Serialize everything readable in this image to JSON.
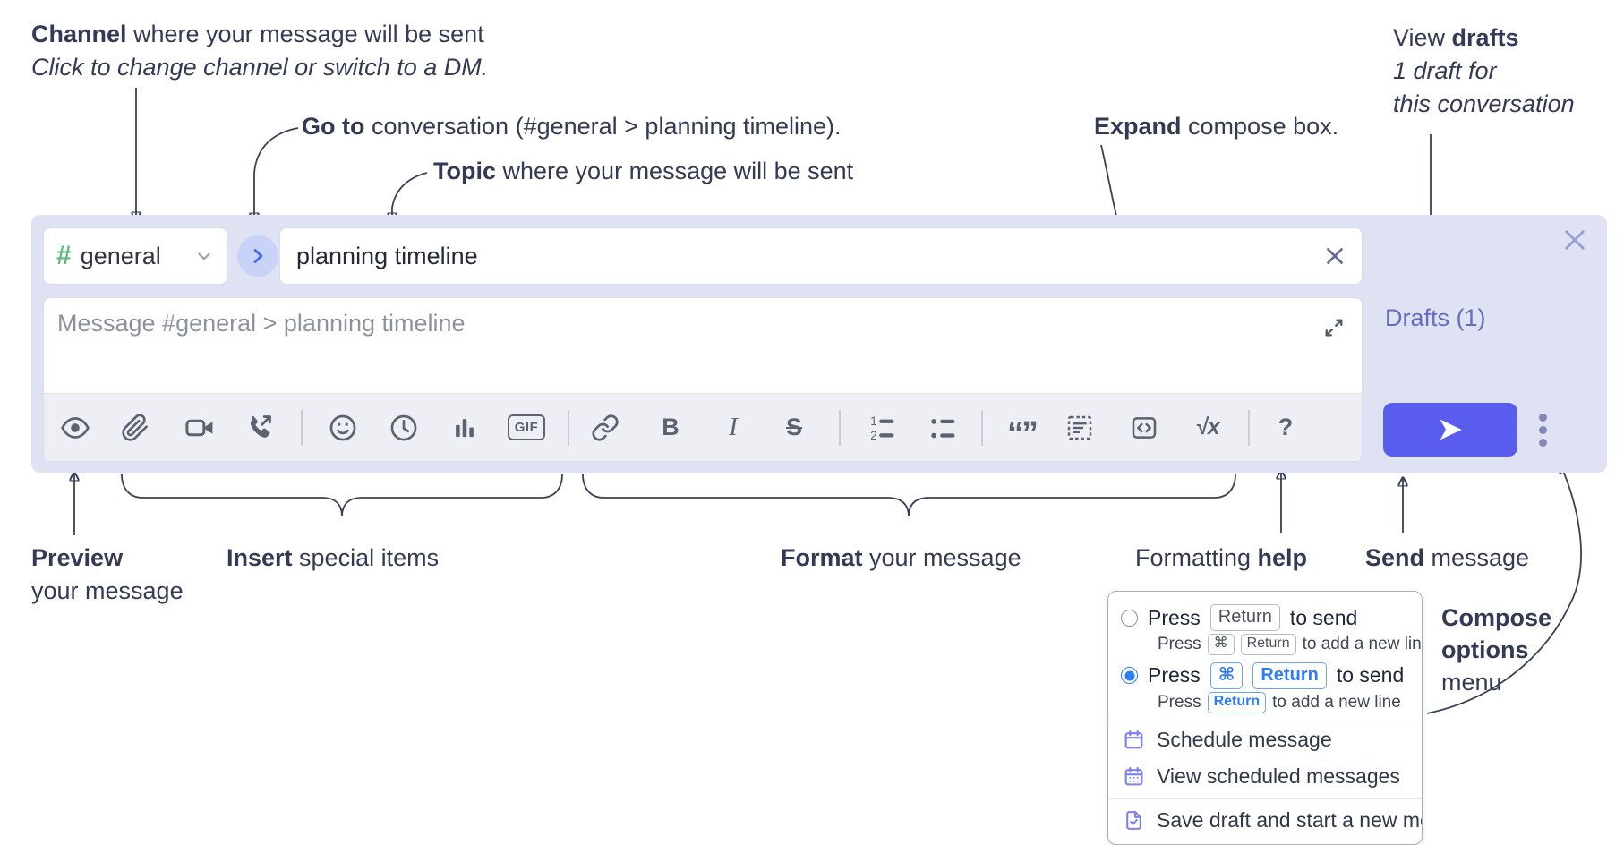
{
  "annotations": {
    "channel": {
      "bold": "Channel",
      "rest": " where your message will be sent",
      "line2": "Click to change channel or switch to a DM."
    },
    "goto": {
      "bold": "Go to",
      "rest": " conversation (#general > planning timeline)."
    },
    "topic": {
      "bold": "Topic",
      "rest": " where your message will be sent"
    },
    "expand": {
      "bold": "Expand",
      "rest": " compose box."
    },
    "view_drafts": {
      "pre": "View ",
      "bold": "drafts",
      "line2": "1 draft for",
      "line3": "this conversation"
    },
    "preview": {
      "bold": "Preview",
      "line2": "your message"
    },
    "insert": {
      "bold": "Insert",
      "rest": " special items"
    },
    "format": {
      "bold": "Format",
      "rest": " your message"
    },
    "formatting_help": {
      "pre": "Formatting ",
      "bold": "help"
    },
    "send": {
      "bold": "Send",
      "rest": " message"
    },
    "compose_options": {
      "bold_line1": "Compose",
      "bold_line2": "options",
      "line3": "menu"
    }
  },
  "composer": {
    "channel": {
      "hash": "#",
      "name": "general"
    },
    "topic_value": "planning timeline",
    "message_placeholder": "Message #general > planning timeline",
    "drafts_link": "Drafts (1)",
    "toolbar_labels": {
      "gif": "GIF",
      "bold": "B",
      "italic": "I",
      "strikethrough": "S",
      "quote": "“”",
      "formula": "√x",
      "help": "?"
    }
  },
  "popup": {
    "option1": {
      "pre": "Press",
      "key": "Return",
      "post": "to send",
      "sub": {
        "pre": "Press",
        "key1": "⌘",
        "key2": "Return",
        "post": "to add a new line"
      },
      "selected": false
    },
    "option2": {
      "pre": "Press",
      "key1": "⌘",
      "key2": "Return",
      "post": "to send",
      "sub": {
        "pre": "Press",
        "key": "Return",
        "post": "to add a new line"
      },
      "selected": true
    },
    "menu_items": [
      "Schedule message",
      "View scheduled messages",
      "Save draft and start a new message"
    ]
  },
  "colors": {
    "compose_background": "#dfe2f2",
    "hash_green": "#5eba7d",
    "goto_circle_bg": "#c9d3f8",
    "goto_chevron_blue": "#3c6cf6",
    "send_button": "#5a5cee",
    "drafts_link": "#666cc0",
    "toolbar_icon": "#5d6270",
    "radio_selected_blue": "#2e7cf6",
    "menu_icon_purple": "#7c81ee",
    "annotation_text": "#343a55"
  }
}
